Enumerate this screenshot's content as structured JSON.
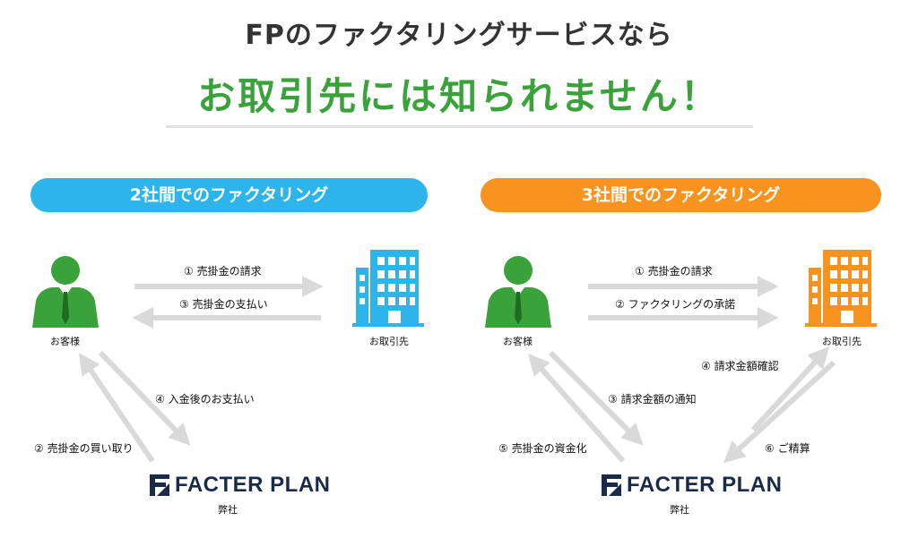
{
  "header": {
    "line1": "FPのファクタリングサービスなら",
    "line2": "お取引先には知られません！"
  },
  "left": {
    "pill": "2社間でのファクタリング",
    "customer": "お客様",
    "partner": "お取引先",
    "company": "弊社",
    "logo": "FACTER PLAN",
    "steps": {
      "s1": "① 売掛金の請求",
      "s3": "③ 売掛金の支払い",
      "s4": "④ 入金後のお支払い",
      "s2": "② 売掛金の買い取り"
    }
  },
  "right": {
    "pill": "3社間でのファクタリング",
    "customer": "お客様",
    "partner": "お取引先",
    "company": "弊社",
    "logo": "FACTER PLAN",
    "steps": {
      "s1": "① 売掛金の請求",
      "s2": "② ファクタリングの承諾",
      "s4": "④ 請求金額確認",
      "s3": "③ 請求金額の通知",
      "s5": "⑤ 売掛金の資金化",
      "s6": "⑥ ご精算"
    }
  },
  "colors": {
    "green": "#3aa23a",
    "blue": "#2db4ea",
    "orange": "#f7931e",
    "arrow": "#d9d9d9",
    "navy": "#1a2b4a"
  }
}
